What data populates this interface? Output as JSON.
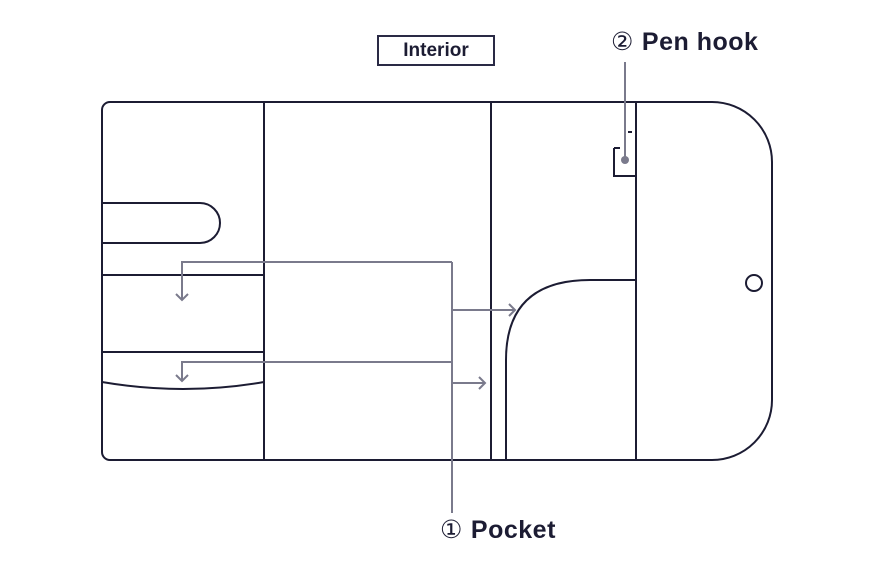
{
  "title": "Interior",
  "callouts": [
    {
      "number": "①",
      "label": "Pocket"
    },
    {
      "number": "②",
      "label": "Pen hook"
    }
  ],
  "colors": {
    "outline": "#1c1c33",
    "leader": "#7a7a8c"
  }
}
